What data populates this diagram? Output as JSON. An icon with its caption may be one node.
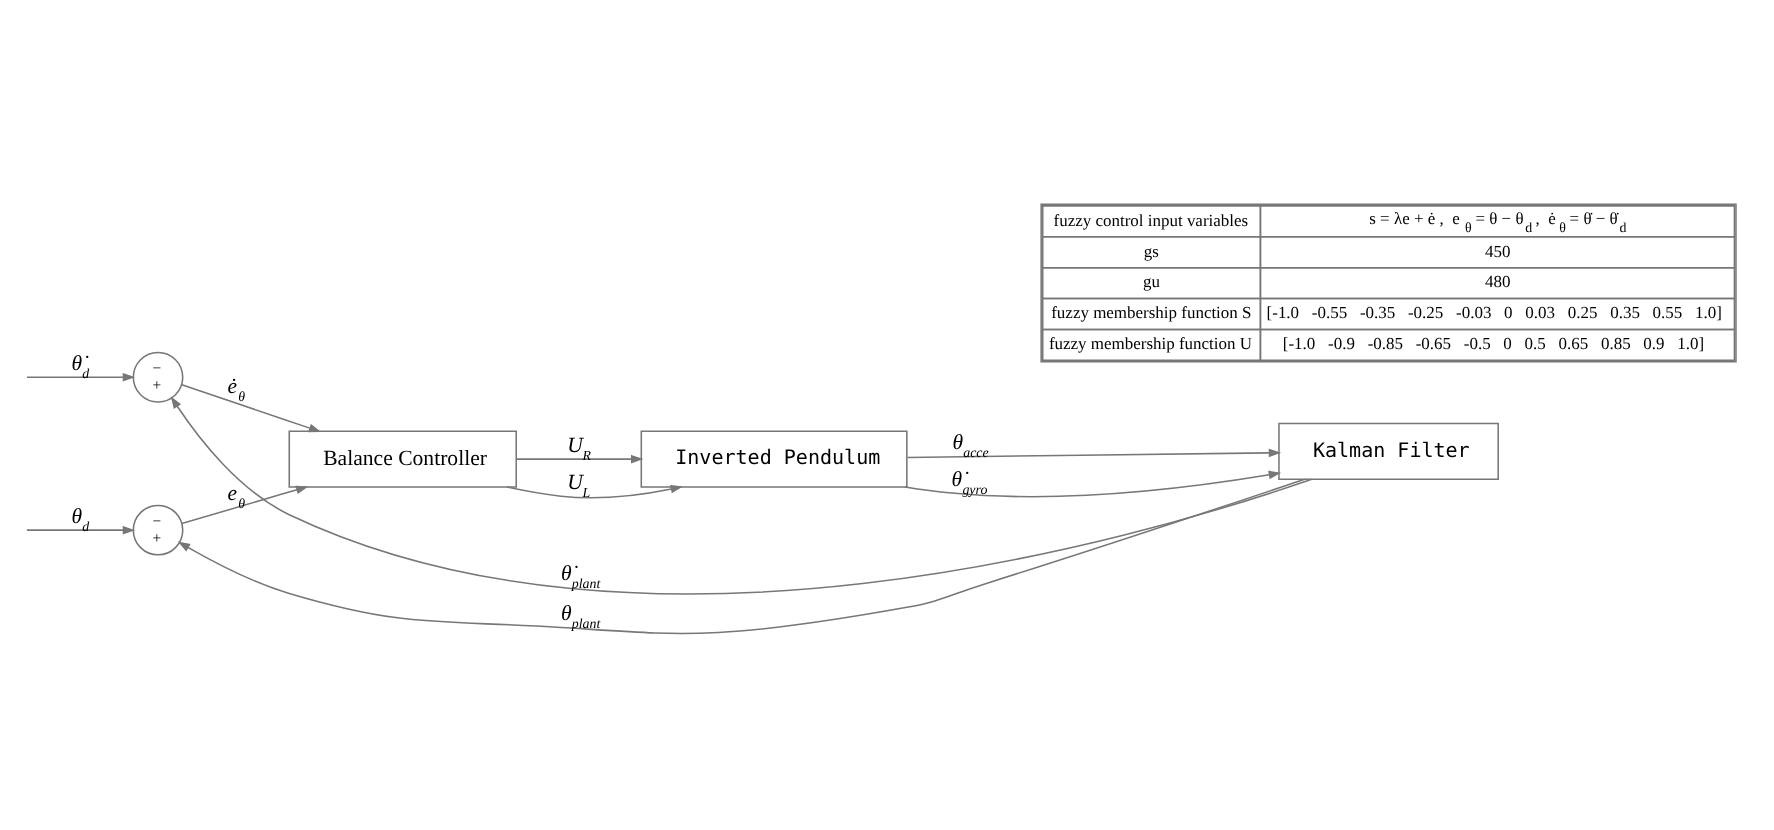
{
  "diagram": {
    "nodes": [
      {
        "text": [
          "−",
          "+"
        ]
      },
      {
        "text": [
          "−",
          "+"
        ]
      },
      {
        "text": [
          "Balance Controller"
        ]
      },
      {
        "text": [
          "Inverted Pendulum"
        ]
      },
      {
        "text": [
          "Kalman Filter"
        ]
      }
    ],
    "edges": [
      {
        "from": null,
        "to": 0,
        "arrow": "to",
        "label": "θ$_{d}$"
      },
      {
        "from": null,
        "to": 1,
        "arrow": "to",
        "label": "θ̇$_{d}$"
      },
      {
        "from": 0,
        "to": 2,
        "arrow": "to",
        "label": "e$_{θ}$"
      },
      {
        "from": 1,
        "to": 2,
        "arrow": "to",
        "label": "ė$_{θ}$"
      },
      {
        "from": 2,
        "to": 3,
        "arrow": "to",
        "label": "U$_{R}$"
      },
      {
        "from": 2,
        "to": 3,
        "arrow": "to",
        "label": "U$_{L}$"
      },
      {
        "from": 3,
        "to": 4,
        "arrow": "to",
        "label": "θ$_{acce}$"
      },
      {
        "from": 3,
        "to": 4,
        "arrow": "to",
        "label": "θ̇$_{gyro}$"
      },
      {
        "from": 4,
        "to": 0,
        "arrow": "to",
        "label": "θ$_{plant}$"
      },
      {
        "from": 4,
        "to": 1,
        "arrow": "to",
        "label": "θ̇$_{plant}$"
      }
    ],
    "labels": [
      "fuzzy control input variables",
      "s = λe + ė ,  e$_{θ}$ = θ − θ$_{d}$ ,  ė$_{θ}$ = θ̇ − θ̇$_{d}$",
      "gs",
      "450",
      "gu",
      "480",
      "fuzzy membership function S",
      "[-1.0   -0.55   -0.35   -0.25   -0.03   0   0.03   0.25   0.35   0.55   1.0]",
      "fuzzy membership function U",
      "[-1.0   -0.9   -0.85   -0.65   -0.5   0   0.5   0.65   0.85   0.9   1.0]"
    ]
  }
}
